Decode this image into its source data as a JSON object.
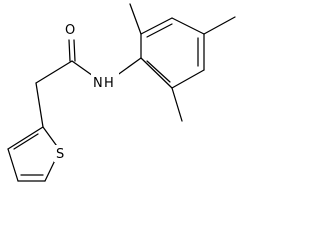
{
  "molecule": {
    "atoms": {
      "oxygen": "O",
      "nitrogen": "N",
      "hydrogen": "H",
      "sulfur": "S"
    },
    "colors": {
      "bond": "#000000",
      "label": "#000000",
      "background": "#ffffff"
    }
  }
}
